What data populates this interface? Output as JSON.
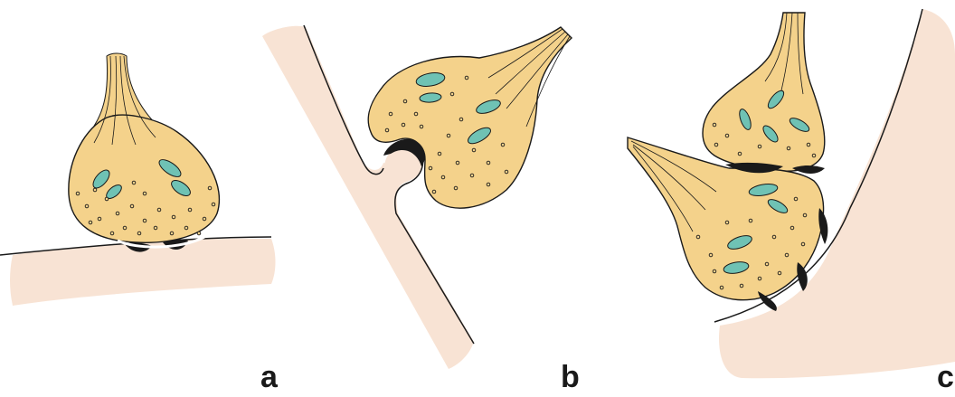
{
  "panels": [
    {
      "label": "a"
    },
    {
      "label": "b"
    },
    {
      "label": "c"
    }
  ],
  "colors": {
    "dendrite": "#f8e3d4",
    "bouton": "#f4d28b",
    "mitochondrion": "#6fc2b4",
    "synaptic_density": "#1a1a1a",
    "outline": "#1a1a1a"
  }
}
